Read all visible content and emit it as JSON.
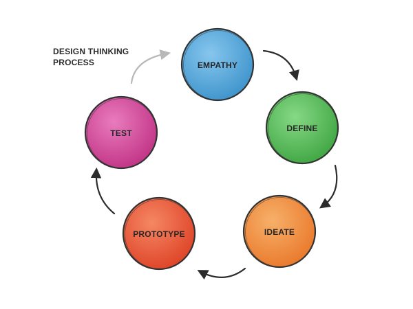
{
  "title": {
    "line1": "DESIGN THINKING",
    "line2": "PROCESS"
  },
  "stages": [
    {
      "label": "EMPATHY",
      "color": "#5aa9d9",
      "icon": ""
    },
    {
      "label": "DEFINE",
      "color": "#5cc15d",
      "icon": ""
    },
    {
      "label": "IDEATE",
      "color": "#f0903a",
      "icon": ""
    },
    {
      "label": "PROTOTYPE",
      "color": "#ec5a38",
      "icon": ""
    },
    {
      "label": "TEST",
      "color": "#d24c9c",
      "icon": ""
    }
  ],
  "colors": {
    "arrow": "#2c2c2c",
    "arrow_loop": "#b8b8b8",
    "outline": "#333333"
  }
}
